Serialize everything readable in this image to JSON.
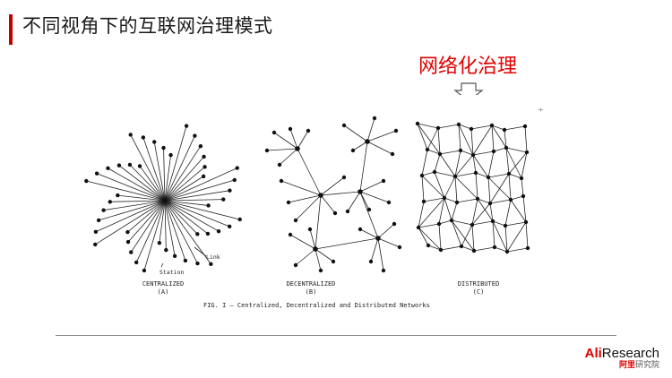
{
  "slide": {
    "title": "不同视角下的互联网治理模式",
    "callout": "网络化治理"
  },
  "figure": {
    "networks": [
      {
        "label_line1": "CENTRALIZED",
        "label_line2": "(A)"
      },
      {
        "label_line1": "DECENTRALIZED",
        "label_line2": "(B)"
      },
      {
        "label_line1": "DISTRIBUTED",
        "label_line2": "(C)"
      }
    ],
    "annotations": {
      "link": "Link",
      "station": "Station"
    },
    "caption": "FIG. I — Centralized, Decentralized and Distributed Networks",
    "small_mark": "∻"
  },
  "logo": {
    "prefix": "Ali",
    "suffix": "Research",
    "sub_red": "阿里",
    "sub_rest": "研究院"
  },
  "colors": {
    "accent": "#e00000",
    "title_bar": "#c00000",
    "text": "#1a1a1a"
  }
}
